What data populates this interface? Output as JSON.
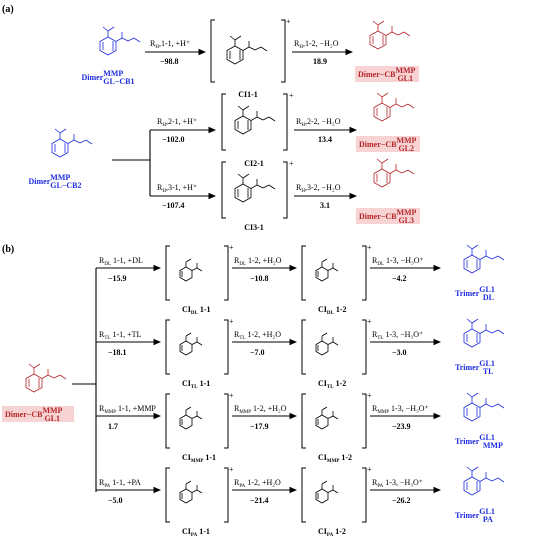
{
  "panel_a": {
    "label": "(a)",
    "reactant1": {
      "name": "Dimer",
      "sup": "MMP",
      "sub": "GL−CB1"
    },
    "reactant2": {
      "name": "Dimer",
      "sup": "MMP",
      "sub": "GL−CB2"
    },
    "row1": {
      "step1_label": "R",
      "step1_sub": "H",
      "step1_text": ",1-1, +H⁺",
      "step1_energy": "−98.8",
      "intermediate": "CI1-1",
      "step2_label": "R",
      "step2_sub": "H",
      "step2_text": ",1-2, −H₂O",
      "step2_energy": "18.9",
      "product": {
        "name": "Dimer−CB",
        "sup": "MMP",
        "sub": "GL1"
      }
    },
    "row2": {
      "step1_label": "R",
      "step1_sub": "H",
      "step1_text": ",2-1, +H⁺",
      "step1_energy": "−102.0",
      "intermediate": "CI2-1",
      "step2_label": "R",
      "step2_sub": "H",
      "step2_text": ",2-2, −H₂O",
      "step2_energy": "13.4",
      "product": {
        "name": "Dimer−CB",
        "sup": "MMP",
        "sub": "GL2"
      }
    },
    "row3": {
      "step1_label": "R",
      "step1_sub": "H",
      "step1_text": ",3-1, +H⁺",
      "step1_energy": "−107.4",
      "intermediate": "CI3-1",
      "step2_label": "R",
      "step2_sub": "H",
      "step2_text": ",3-2, −H₂O",
      "step2_energy": "3.1",
      "product": {
        "name": "Dimer−CB",
        "sup": "MMP",
        "sub": "GL3"
      }
    }
  },
  "panel_b": {
    "label": "(b)",
    "reactant": {
      "name": "Dimer−CB",
      "sup": "MMP",
      "sub": "GL1"
    },
    "rows": [
      {
        "s1_sub": "DL",
        "s1_text": "1-1, +DL",
        "e1": "−15.9",
        "ci1_sub": "DL",
        "ci1": "1-1",
        "s2_sub": "DL",
        "s2_text": "1-2, +H₂O",
        "e2": "−10.8",
        "ci2_sub": "DL",
        "ci2": "1-2",
        "s3_sub": "DL",
        "s3_text": "1-3, −H₃O⁺",
        "e3": "−4.2",
        "product": {
          "name": "Trimer",
          "sup": "GL1",
          "sub": "DL"
        }
      },
      {
        "s1_sub": "TL",
        "s1_text": "1-1, +TL",
        "e1": "−18.1",
        "ci1_sub": "TL",
        "ci1": "1-1",
        "s2_sub": "TL",
        "s2_text": "1-2, +H₂O",
        "e2": "−7.0",
        "ci2_sub": "TL",
        "ci2": "1-2",
        "s3_sub": "TL",
        "s3_text": "1-3, −H₃O⁺",
        "e3": "−3.0",
        "product": {
          "name": "Trimer",
          "sup": "GL1",
          "sub": "TL"
        }
      },
      {
        "s1_sub": "MMP",
        "s1_text": "1-1, +MMP",
        "e1": "1.7",
        "ci1_sub": "MMP",
        "ci1": "1-1",
        "s2_sub": "MMP",
        "s2_text": "1-2, +H₂O",
        "e2": "−17.9",
        "ci2_sub": "MMP",
        "ci2": "1-2",
        "s3_sub": "MMP",
        "s3_text": "1-3, −H₃O⁺",
        "e3": "−23.9",
        "product": {
          "name": "Trimer",
          "sup": "GL1",
          "sub": "MMP"
        }
      },
      {
        "s1_sub": "PA",
        "s1_text": "1-1, +PA",
        "e1": "−5.0",
        "ci1_sub": "PA",
        "ci1": "1-1",
        "s2_sub": "PA",
        "s2_text": "1-2, +H₂O",
        "e2": "−21.4",
        "ci2_sub": "PA",
        "ci2": "1-2",
        "s3_sub": "PA",
        "s3_text": "1-3, −H₃O⁺",
        "e3": "−26.2",
        "product": {
          "name": "Trimer",
          "sup": "GL1",
          "sub": "PA"
        }
      }
    ],
    "R": "R",
    "CI": "CI"
  }
}
